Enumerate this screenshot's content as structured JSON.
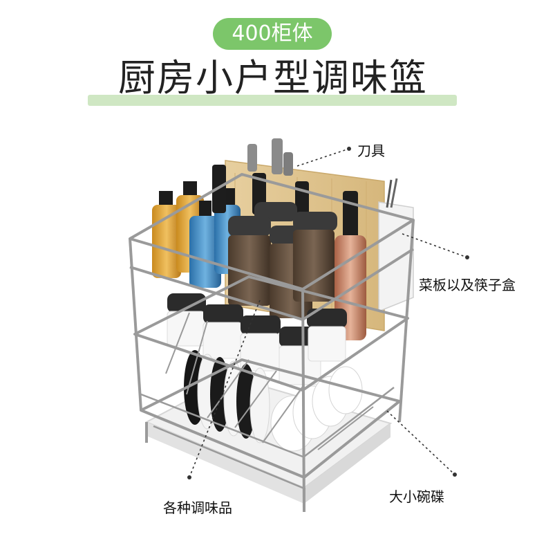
{
  "header": {
    "badge": "400柜体",
    "title": "厨房小户型调味篮"
  },
  "callouts": {
    "knives": "刀具",
    "board_box": "菜板以及筷子盒",
    "condiments": "各种调味品",
    "bowls": "大小碗碟"
  },
  "colors": {
    "accent_green": "#7cc66a",
    "underline_green": "#cfe7c3",
    "rack_metal": "#9a9a9a"
  }
}
